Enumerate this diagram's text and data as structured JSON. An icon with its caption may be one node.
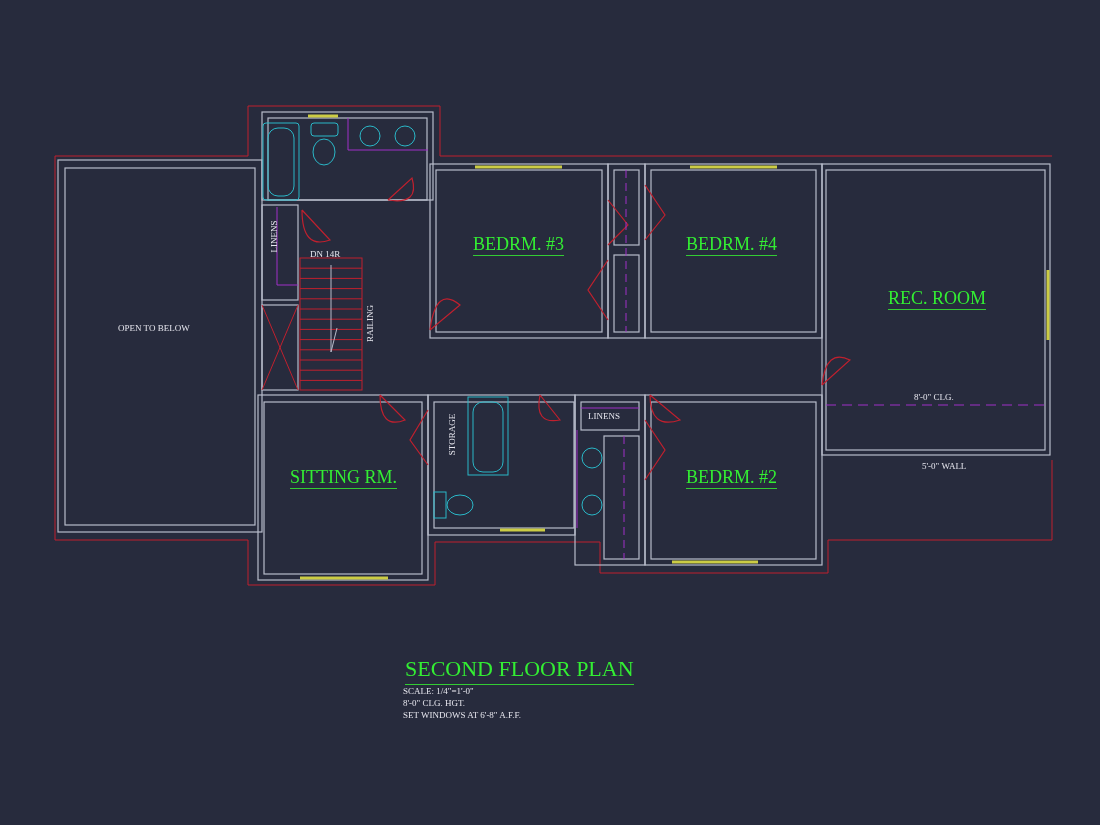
{
  "diagram": {
    "title": "SECOND FLOOR PLAN",
    "labels": [
      "OPEN TO BELOW",
      "LINENS",
      "DN 14R",
      "BEDRM. #3",
      "BEDRM. #4",
      "REC. ROOM",
      "RAILING",
      "8'-0\" CLG.",
      "STORAGE",
      "LINENS",
      "SITTING RM.",
      "BEDRM. #2",
      "5'-0\" WALL",
      "SCALE: 1/4\"=1'-0\"",
      "8'-0\" CLG. HGT.",
      "SET WINDOWS AT 6'-8\" A.F.F."
    ]
  }
}
